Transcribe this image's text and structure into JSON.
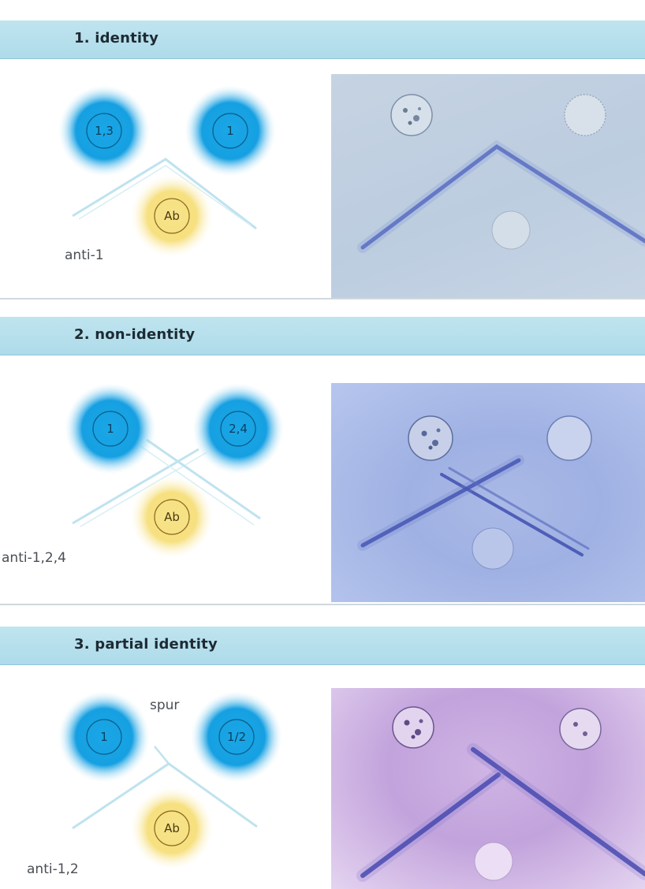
{
  "panels": [
    {
      "title": "1. identity",
      "wells": [
        "1,3",
        "1",
        "Ab"
      ],
      "antibody": "anti-1"
    },
    {
      "title": "2. non-identity",
      "wells": [
        "1",
        "2,4",
        "Ab"
      ],
      "antibody": "anti-1,2,4"
    },
    {
      "title": "3. partial identity",
      "wells": [
        "1",
        "1/2",
        "Ab"
      ],
      "antibody": "anti-1,2",
      "spur_label": "spur"
    }
  ],
  "colors": {
    "header_band": "#aedbea",
    "antigen_well": "#1aa7e6",
    "antibody_well": "#f7e38a",
    "precipitin_line": "#bfe3ee",
    "photo_band": "#3f52b4"
  },
  "icons": {
    "antigen_well": "blue-circle",
    "antibody_well": "yellow-circle"
  }
}
